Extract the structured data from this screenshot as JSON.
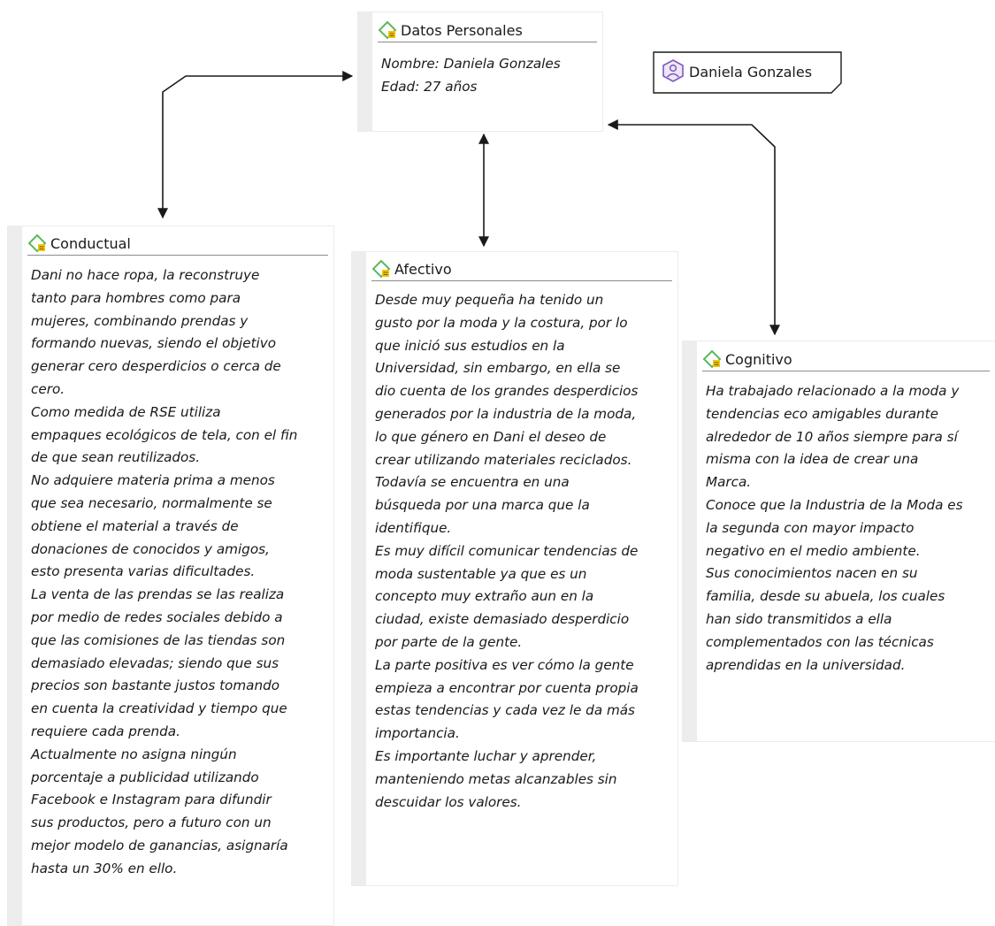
{
  "diagram": {
    "colors": {
      "memo_icon_outline": "#5cb85c",
      "memo_icon_note": "#f1c40f",
      "person_icon": "#7e57c2",
      "link": "#1a1a1a"
    },
    "person_tag": {
      "icon": "person-icon",
      "label": "Daniela Gonzales"
    },
    "nodes": {
      "datos_personales": {
        "icon": "memo-icon",
        "title": "Datos Personales",
        "lines": [
          "Nombre: Daniela Gonzales",
          "Edad: 27 años"
        ]
      },
      "conductual": {
        "icon": "memo-icon",
        "title": "Conductual",
        "lines": [
          "Dani no hace ropa, la reconstruye",
          "tanto para hombres como para",
          "mujeres, combinando prendas y",
          "formando nuevas, siendo el objetivo",
          "generar cero desperdicios o cerca de",
          "cero.",
          "Como medida de RSE utiliza",
          "empaques ecológicos de tela, con el fin",
          "de que sean reutilizados.",
          "No adquiere materia prima a menos",
          "que sea necesario, normalmente se",
          "obtiene el material a través de",
          "donaciones de conocidos y amigos,",
          "esto presenta varias dificultades.",
          "La venta de las prendas se las realiza",
          "por medio de redes sociales debido a",
          "que las comisiones de las tiendas son",
          "demasiado elevadas; siendo que sus",
          "precios son bastante justos tomando",
          "en cuenta la creatividad y tiempo que",
          "requiere cada prenda.",
          "Actualmente no asigna ningún",
          "porcentaje a publicidad utilizando",
          "Facebook e Instagram para difundir",
          "sus productos, pero a futuro con un",
          "mejor modelo de ganancias, asignaría",
          "hasta un 30% en ello."
        ]
      },
      "afectivo": {
        "icon": "memo-icon",
        "title": "Afectivo",
        "lines": [
          "Desde muy pequeña ha tenido un",
          "gusto por la moda y la costura, por lo",
          "que inició sus estudios en la",
          "Universidad, sin embargo, en ella se",
          "dio cuenta de los grandes desperdicios",
          "generados por la industria de la moda,",
          "lo que género en Dani el deseo de",
          "crear utilizando materiales reciclados.",
          "Todavía se encuentra en una",
          "búsqueda por una marca que la",
          "identifique.",
          "Es muy difícil comunicar tendencias de",
          "moda sustentable ya que es un",
          "concepto muy extraño aun en la",
          "ciudad, existe demasiado desperdicio",
          "por parte de la gente.",
          "La parte positiva es ver cómo la gente",
          "empieza a encontrar por cuenta propia",
          "estas tendencias y cada vez le da más",
          "importancia.",
          "Es importante luchar y aprender,",
          "manteniendo metas alcanzables sin",
          "descuidar los valores."
        ]
      },
      "cognitivo": {
        "icon": "memo-icon",
        "title": "Cognitivo",
        "lines": [
          "Ha trabajado relacionado a la moda y",
          "tendencias eco amigables durante",
          "alrededor de 10 años siempre para sí",
          "misma con la idea de crear una",
          "Marca.",
          "Conoce que la Industria de la Moda es",
          "la segunda con mayor impacto",
          "negativo en el medio ambiente.",
          "Sus conocimientos nacen en su",
          "familia, desde su abuela, los cuales",
          "han sido transmitidos a ella",
          "complementados con las técnicas",
          "aprendidas en la universidad."
        ]
      }
    }
  }
}
